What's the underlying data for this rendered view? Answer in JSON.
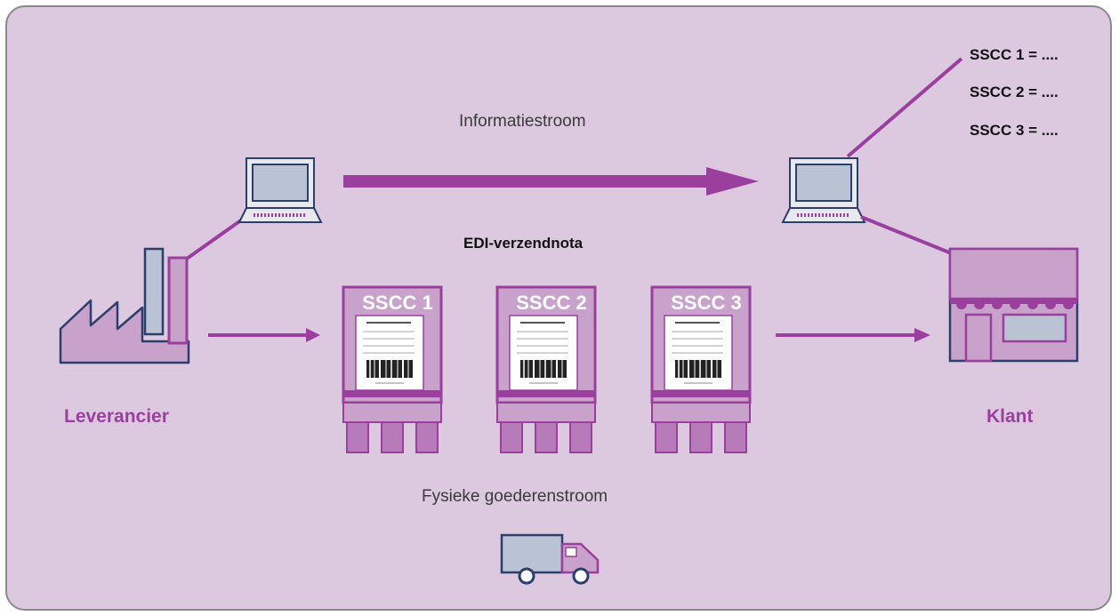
{
  "labels": {
    "information_flow": "Informatiestroom",
    "edi_note": "EDI-verzendnota",
    "physical_flow": "Fysieke goederenstroom",
    "supplier": "Leverancier",
    "customer": "Klant"
  },
  "pallets": [
    {
      "label": "SSCC 1"
    },
    {
      "label": "SSCC 2"
    },
    {
      "label": "SSCC 3"
    }
  ],
  "sscc_list": [
    "SSCC 1 = ....",
    "SSCC 2 = ....",
    "SSCC 3 = ...."
  ],
  "colors": {
    "background": "#dcc9e0",
    "accent": "#9b3f9e",
    "outline": "#2c3e6b",
    "fill_light": "#c9a2cb",
    "screen": "#b9c3d4"
  }
}
